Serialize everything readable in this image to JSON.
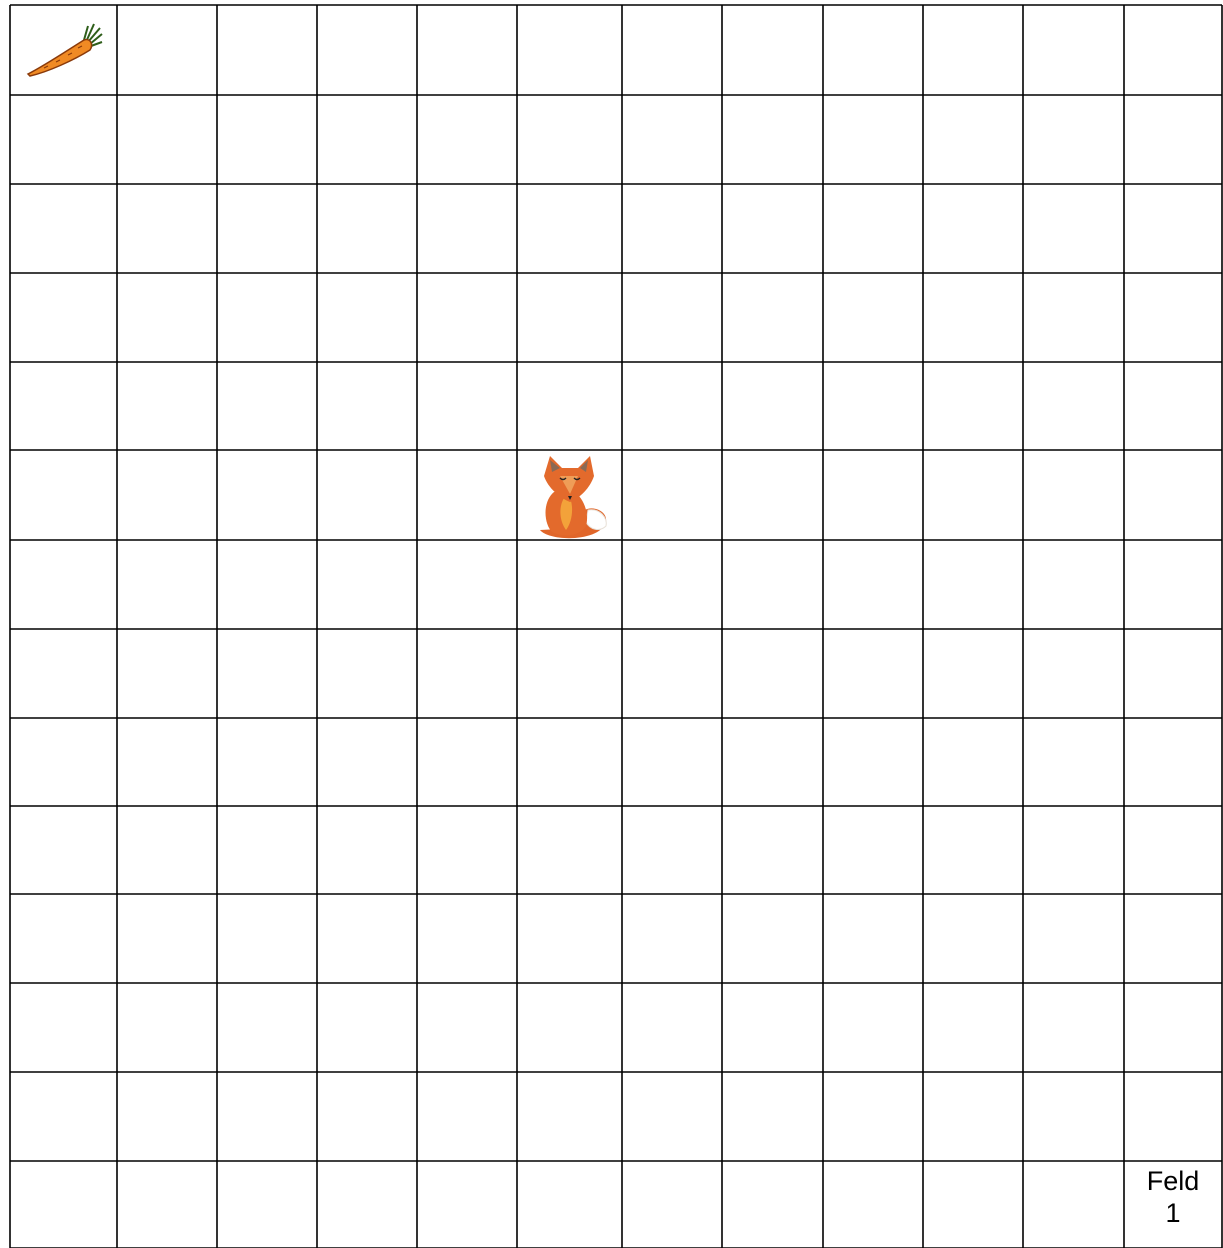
{
  "board": {
    "rows": 14,
    "cols": 12,
    "line_color": "#000000",
    "background": "#ffffff"
  },
  "pieces": [
    {
      "type": "carrot",
      "icon": "carrot-icon",
      "row": 0,
      "col": 0
    },
    {
      "type": "fox",
      "icon": "fox-icon",
      "row": 5,
      "col": 5
    }
  ],
  "labels": [
    {
      "text": "Feld\n1",
      "row": 13,
      "col": 11
    }
  ]
}
